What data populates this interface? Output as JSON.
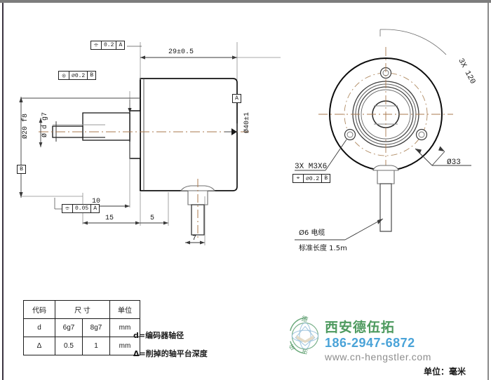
{
  "document": {
    "type": "engineering-drawing",
    "unit_note": "单位：毫米"
  },
  "left_view": {
    "name": "side-elevation",
    "dimensions": {
      "overall_length": "29±0.5",
      "body_diameter": "Ø40±1",
      "flange_diameter": "Ø20 f8",
      "shaft_diameter": "Ø d g7",
      "shaft_length": "10",
      "flange_to_shaft": "15",
      "flange_thickness": "5",
      "cable_exit_offset": "7"
    },
    "gdt": [
      {
        "id": "fcf-perp-top",
        "symbol": "⌯",
        "tolerance": "0.2",
        "datum": "A"
      },
      {
        "id": "fcf-runout",
        "symbol": "◎",
        "tolerance": "⌀0.2",
        "datum": "B"
      },
      {
        "id": "fcf-perp-bottom",
        "symbol": "⌯",
        "tolerance": "0.05",
        "datum": "A"
      }
    ],
    "datums": [
      {
        "id": "datum-a",
        "label": "A"
      },
      {
        "id": "datum-b",
        "label": "B"
      }
    ]
  },
  "right_view": {
    "name": "front-elevation",
    "annotations": {
      "hole_pattern_angle": "3X 120",
      "bolt_circle": "Ø33",
      "thread_callout": "3X  M3X6",
      "cable_diameter": "Ø6 电缆",
      "cable_length": "标准长度 1.5m"
    },
    "gdt": [
      {
        "id": "fcf-position",
        "symbol": "⌖",
        "tolerance": "⌀0.2",
        "datum": "B"
      }
    ]
  },
  "spec_table": {
    "headers": [
      "代码",
      "尺  寸",
      "单位"
    ],
    "rows": [
      {
        "code": "d",
        "dim1": "6g7",
        "dim2": "8g7",
        "unit": "mm",
        "note": "d=编码器轴径"
      },
      {
        "code": "Δ",
        "dim1": "0.5",
        "dim2": "1",
        "unit": "mm",
        "note": "Δ=削掉的轴平台深度"
      }
    ]
  },
  "footer": {
    "company_cn": "西安德伍拓",
    "phone": "186-2947-6872",
    "website": "www.cn-hengstler.com",
    "unit": "单位：毫米",
    "colors": {
      "company": "#4e9a5f",
      "phone": "#4aa3d8",
      "website": "#8d8d8d",
      "logo_green": "#6aa97a",
      "logo_blue": "#9ec4de"
    }
  }
}
